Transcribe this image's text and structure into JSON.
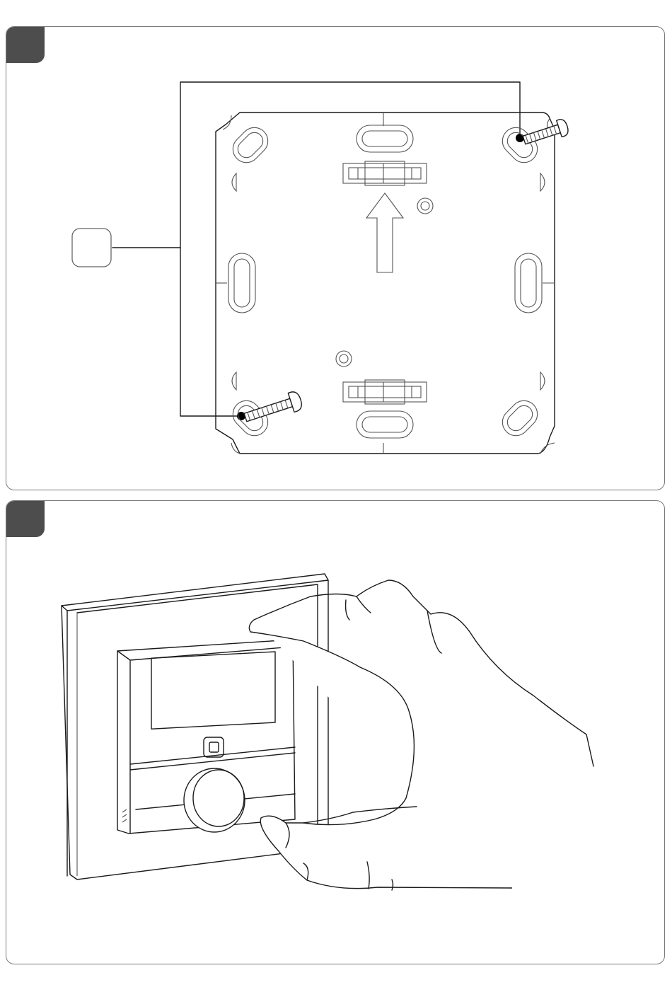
{
  "steps": [
    {
      "badge": ""
    },
    {
      "badge": ""
    }
  ],
  "callout": {
    "label": ""
  },
  "colors": {
    "badge": "#4d4d4d",
    "border": "#7a7a7a",
    "line": "#1a1a1a"
  },
  "icons": [
    "mounting-plate",
    "screw-icon",
    "arrow-up-icon",
    "thermostat-device",
    "hand-illustration"
  ]
}
